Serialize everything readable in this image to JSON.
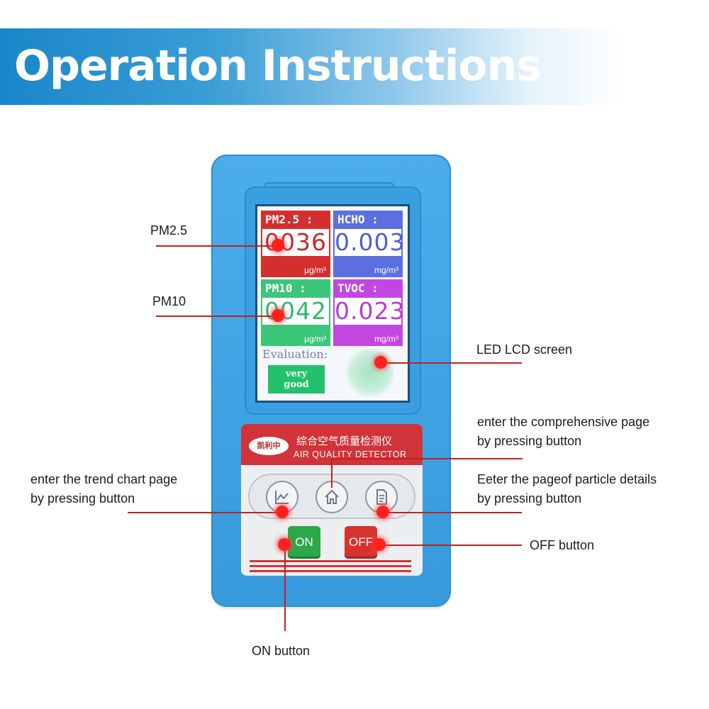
{
  "header": {
    "title": "Operation Instructions"
  },
  "device": {
    "readings": [
      {
        "label": "PM2.5 :",
        "value": "0036",
        "unit": "µg/m³"
      },
      {
        "label": "HCHO :",
        "value": "0.003",
        "unit": "mg/m³"
      },
      {
        "label": "PM10 :",
        "value": "0042",
        "unit": "µg/m³"
      },
      {
        "label": "TVOC :",
        "value": "0.023",
        "unit": "mg/m³"
      }
    ],
    "evaluation_label": "Evaluation:",
    "evaluation_value_line1": "very",
    "evaluation_value_line2": "good",
    "brand_logo": "凯利中",
    "brand_cn": "综合空气质量检测仪",
    "brand_en": "AIR QUALITY DETECTOR",
    "on_label": "ON",
    "off_label": "OFF",
    "accent_color": "#3ea2e2"
  },
  "callouts": {
    "pm25": "PM2.5",
    "pm10": "PM10",
    "lcd": "LED LCD screen",
    "comprehensive_line1": "enter the comprehensive page",
    "comprehensive_line2": "by pressing button",
    "trend_line1": "enter the trend chart page",
    "trend_line2": "by pressing button",
    "particle_line1": "Eeter the pageof particle details",
    "particle_line2": "by pressing button",
    "off": "OFF button",
    "on": "ON button"
  }
}
